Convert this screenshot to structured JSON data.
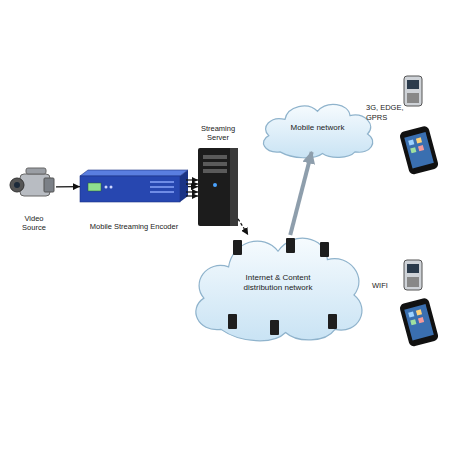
{
  "diagram": {
    "nodes": [
      {
        "text": [
          "Video Source"
        ]
      },
      {
        "text": [
          "Mobile Streaming Encoder"
        ]
      },
      {
        "text": [
          "Streaming Server"
        ]
      },
      {
        "text": [
          "Mobile network"
        ]
      },
      {
        "text": [
          "Internet & Content distribution network"
        ]
      }
    ],
    "edges": [
      {
        "from": 0,
        "to": 1,
        "arrow": "to"
      },
      {
        "from": 1,
        "to": 2,
        "arrow": "to"
      },
      {
        "from": 2,
        "to": 4,
        "arrow": "to"
      },
      {
        "from": 4,
        "to": 3,
        "arrow": "to"
      }
    ],
    "labels": [
      "3G, EDGE, GPRS",
      "WIFI"
    ]
  }
}
